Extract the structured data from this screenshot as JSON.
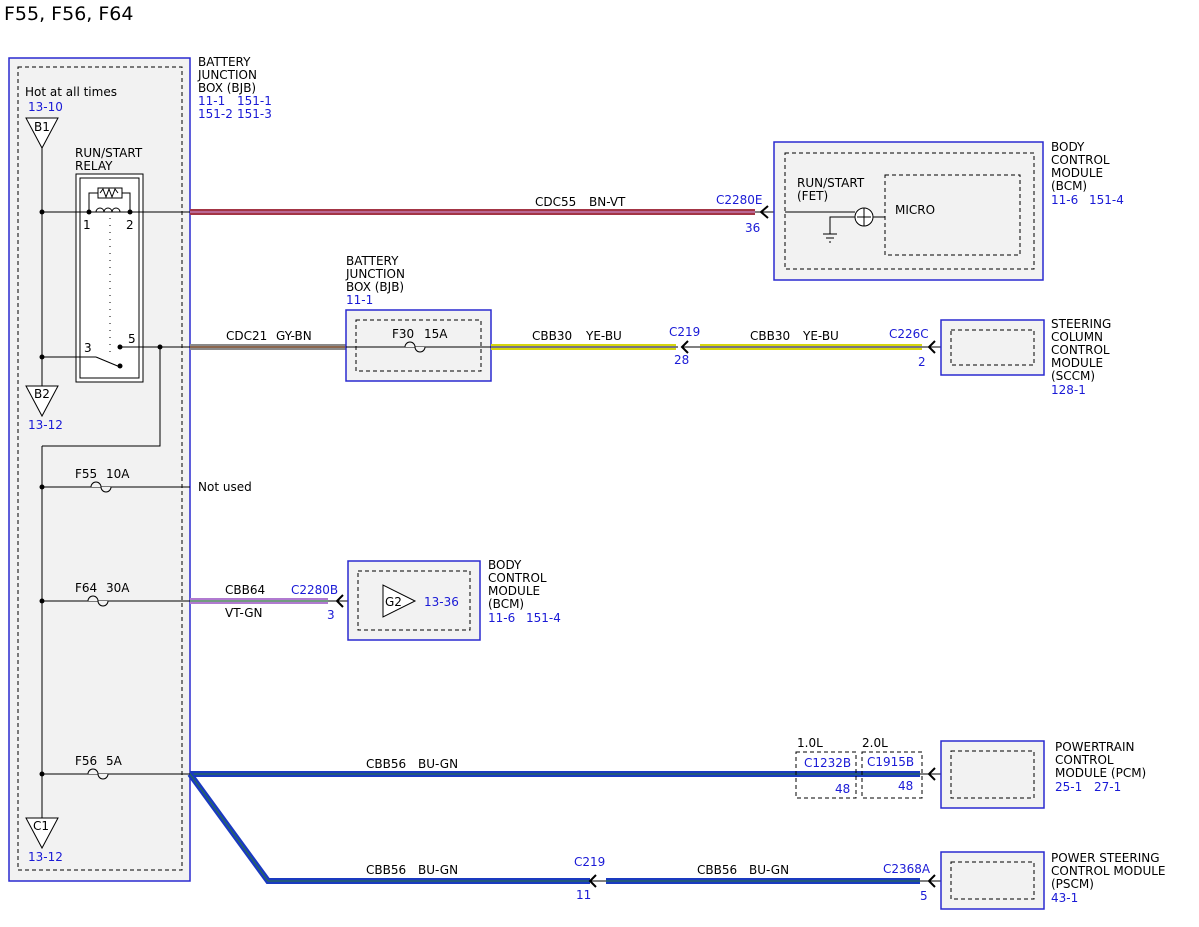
{
  "title": "F55, F56, F64",
  "colors": {
    "ref_blue": "#1a1ad6",
    "frame_blue": "#2a2ad0",
    "box_fill": "#f2f2f2",
    "wire_black": "#000000",
    "wire_bn_vt": {
      "main": "#a33545",
      "stripe": "#c27ab0"
    },
    "wire_gy_bn": {
      "main": "#8a8a8a",
      "stripe": "#8a5a3a"
    },
    "wire_ye_bu": {
      "main": "#d6d60e",
      "stripe": "#3b3bc8"
    },
    "wire_vt_gn": {
      "main": "#b07ad0",
      "stripe": "#4caf50"
    },
    "wire_bu_gn": {
      "main": "#1a3ac0",
      "stripe": "#2a7a3a"
    }
  },
  "bjb_main": {
    "label": [
      "BATTERY",
      "JUNCTION",
      "BOX (BJB)"
    ],
    "refs": [
      "11-1",
      "151-1",
      "151-2",
      "151-3"
    ],
    "hot_label": "Hot at all times",
    "b1": {
      "label": "B1",
      "ref": "13-10"
    },
    "b2": {
      "label": "B2",
      "ref": "13-12"
    },
    "c1": {
      "label": "C1",
      "ref": "13-12"
    },
    "relay": {
      "label": [
        "RUN/START",
        "RELAY"
      ],
      "pins": [
        "1",
        "2",
        "3",
        "5"
      ]
    },
    "fuses": [
      {
        "name": "F55",
        "rating": "10A"
      },
      {
        "name": "F64",
        "rating": "30A"
      },
      {
        "name": "F56",
        "rating": "5A"
      }
    ],
    "not_used": "Not used"
  },
  "circuits": {
    "cdc55": {
      "circuit": "CDC55",
      "color": "BN-VT"
    },
    "cdc21": {
      "circuit": "CDC21",
      "color": "GY-BN"
    },
    "cbb30_a": {
      "circuit": "CBB30",
      "color": "YE-BU"
    },
    "cbb30_b": {
      "circuit": "CBB30",
      "color": "YE-BU"
    },
    "cbb64": {
      "circuit": "CBB64",
      "color": "VT-GN"
    },
    "cbb56_a": {
      "circuit": "CBB56",
      "color": "BU-GN"
    },
    "cbb56_b": {
      "circuit": "CBB56",
      "color": "BU-GN"
    },
    "cbb56_c": {
      "circuit": "CBB56",
      "color": "BU-GN"
    }
  },
  "connectors": {
    "c2280e": {
      "name": "C2280E",
      "pin": "36"
    },
    "c219_a": {
      "name": "C219",
      "pin": "28"
    },
    "c226c": {
      "name": "C226C",
      "pin": "2"
    },
    "c2280b": {
      "name": "C2280B",
      "pin": "3"
    },
    "c1232b": {
      "name": "C1232B",
      "pin": "48",
      "variant": "1.0L"
    },
    "c1915b": {
      "name": "C1915B",
      "pin": "48",
      "variant": "2.0L"
    },
    "c219_b": {
      "name": "C219",
      "pin": "11"
    },
    "c2368a": {
      "name": "C2368A",
      "pin": "5"
    }
  },
  "bcm_top": {
    "label": [
      "BODY",
      "CONTROL",
      "MODULE",
      "(BCM)"
    ],
    "refs": [
      "11-6",
      "151-4"
    ],
    "run_start": [
      "RUN/START",
      "(FET)"
    ],
    "micro": "MICRO"
  },
  "bjb_f30": {
    "label": [
      "BATTERY",
      "JUNCTION",
      "BOX (BJB)"
    ],
    "ref": "11-1",
    "fuse": {
      "name": "F30",
      "rating": "15A"
    }
  },
  "sccm": {
    "label": [
      "STEERING",
      "COLUMN",
      "CONTROL",
      "MODULE",
      "(SCCM)"
    ],
    "ref": "128-1"
  },
  "bcm_g2": {
    "label": [
      "BODY",
      "CONTROL",
      "MODULE",
      "(BCM)"
    ],
    "refs": [
      "11-6",
      "151-4"
    ],
    "ground": {
      "label": "G2",
      "ref": "13-36"
    }
  },
  "pcm": {
    "label": [
      "POWERTRAIN",
      "CONTROL",
      "MODULE (PCM)"
    ],
    "refs": [
      "25-1",
      "27-1"
    ]
  },
  "pscm": {
    "label": [
      "POWER STEERING",
      "CONTROL MODULE",
      "(PSCM)"
    ],
    "ref": "43-1"
  }
}
